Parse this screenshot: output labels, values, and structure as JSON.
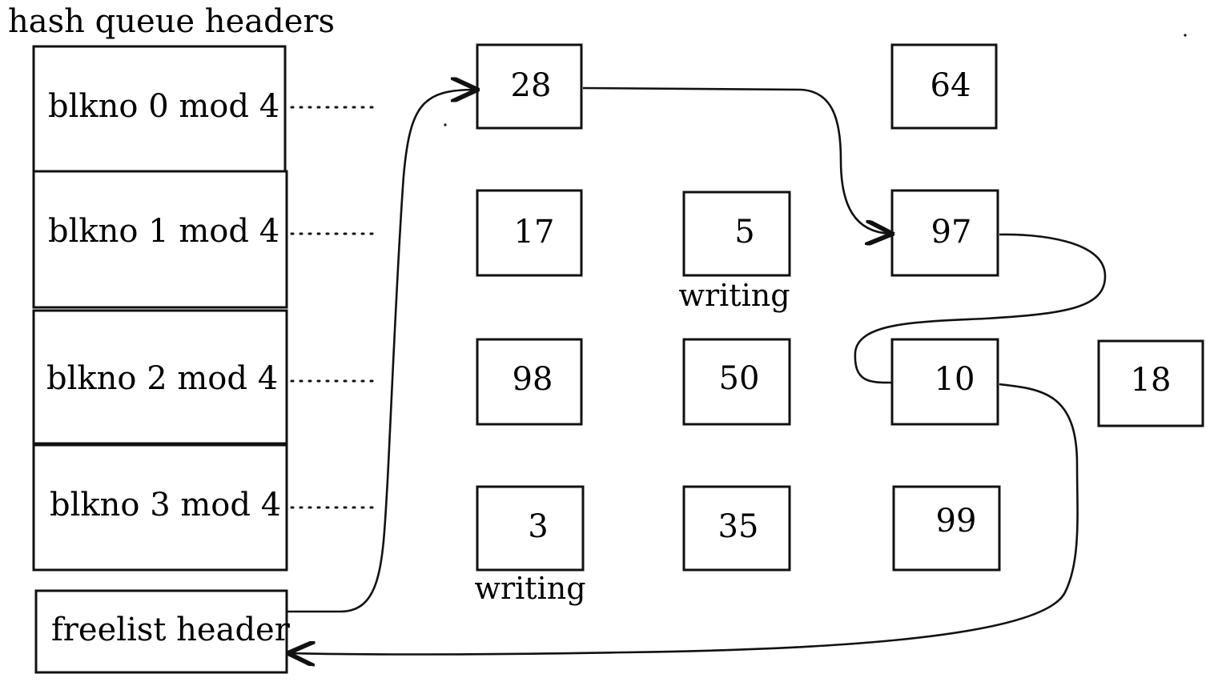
{
  "title": "hash queue headers",
  "hash_headers": [
    {
      "label": "blkno 0 mod 4"
    },
    {
      "label": "blkno 1 mod 4"
    },
    {
      "label": "blkno 2 mod 4"
    },
    {
      "label": "blkno 3 mod 4"
    }
  ],
  "freelist": {
    "label": "freelist header"
  },
  "buffers": [
    {
      "id": "b28",
      "label": "28",
      "note": ""
    },
    {
      "id": "b64",
      "label": "64",
      "note": ""
    },
    {
      "id": "b17",
      "label": "17",
      "note": ""
    },
    {
      "id": "b5",
      "label": "5",
      "note": "writing"
    },
    {
      "id": "b97",
      "label": "97",
      "note": ""
    },
    {
      "id": "b98",
      "label": "98",
      "note": ""
    },
    {
      "id": "b50",
      "label": "50",
      "note": ""
    },
    {
      "id": "b10",
      "label": "10",
      "note": ""
    },
    {
      "id": "b18",
      "label": "18",
      "note": ""
    },
    {
      "id": "b3",
      "label": "3",
      "note": "writing"
    },
    {
      "id": "b35",
      "label": "35",
      "note": ""
    },
    {
      "id": "b99",
      "label": "99",
      "note": ""
    }
  ],
  "free_list_order": [
    "28",
    "97",
    "10"
  ]
}
